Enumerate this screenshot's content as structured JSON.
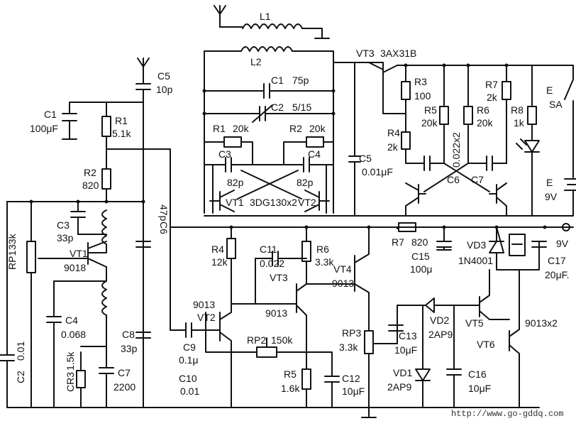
{
  "labels": {
    "L1": "L1",
    "L2": "L2",
    "VT3_top": "VT3",
    "VT3_type": "3AX31B",
    "C1t": "C1",
    "C1t_v": "75p",
    "C2t": "C2",
    "C2t_v": "5/15",
    "R1t": "R1",
    "R1t_v": "20k",
    "R2t": "R2",
    "R2t_v": "20k",
    "C3t": "C3",
    "C3t_v": "82p",
    "C4t": "C4",
    "C4t_v": "82p",
    "VT1t": "VT1",
    "VT12type": "3DG130x2",
    "VT2t": "VT2",
    "C5t": "C5",
    "C5t_v": "0.01μF",
    "R3": "R3",
    "R3_v": "100",
    "R4t": "R4",
    "R4t_v": "2k",
    "R5t": "R5",
    "R5t_v": "20k",
    "R6t": "R6",
    "R6t_v": "20k",
    "C6t": "C6",
    "C7t": "C7",
    "C022": "0.022x2",
    "R7t": "R7",
    "R7t_v": "2k",
    "R8t": "R8",
    "R8t_v": "1k",
    "E": "E",
    "SA": "SA",
    "E_sw": "E",
    "E_v": "9V",
    "C5": "C5",
    "C5_v": "10p",
    "C1": "C1",
    "C1_v": "100μF",
    "R1": "R1",
    "R1_v": "5.1k",
    "R2": "R2",
    "R2_v": "820",
    "C3": "C3",
    "C3_v": "33p",
    "C6": "C6",
    "C6_v": "47p",
    "RP1": "RP1",
    "RP1_v": "33k",
    "VT1": "VT1",
    "VT1_v": "9018",
    "C4": "C4",
    "C4_v": "0.068",
    "C2": "C2",
    "C2_v": "0.01",
    "CR3": "CR3",
    "CR3_v": "1.5k",
    "C7": "C7",
    "C7_v": "2200",
    "C8": "C8",
    "C8_v": "33p",
    "C9": "C9",
    "C9_v": "0.1μ",
    "C10": "C10",
    "C10_v": "0.01",
    "VT2": "VT2",
    "VT2_v": "9013",
    "R4": "R4",
    "R4_v": "12k",
    "C11": "C11",
    "C11_v": "0.022",
    "R6": "R6",
    "R6_v": "3.3k",
    "VT3": "VT3",
    "VT3_v": "9013",
    "VT4": "VT4",
    "VT4_v": "9013",
    "RP2": "RP2",
    "RP2_v": "150k",
    "R5": "R5",
    "R5_v": "1.6k",
    "C12": "C12",
    "C12_v": "10μF",
    "RP3": "RP3",
    "RP3_v": "3.3k",
    "C13": "C13",
    "C13_v": "10μF",
    "R7": "R7",
    "R7_v": "820",
    "C15": "C15",
    "C15_v": "100μ",
    "VD3": "VD3",
    "VD3_v": "1N4001",
    "C17": "C17",
    "C17_v": "20μF.",
    "nine_v": "9V",
    "VD2": "VD2",
    "VD2_v": "2AP9",
    "VD1": "VD1",
    "VD1_v": "2AP9",
    "VT5": "VT5",
    "VT6": "VT6",
    "VT56_v": "9013x2",
    "C16": "C16",
    "C16_v": "10μF",
    "plus": "+"
  },
  "watermark": "http://www.go-gddq.com"
}
